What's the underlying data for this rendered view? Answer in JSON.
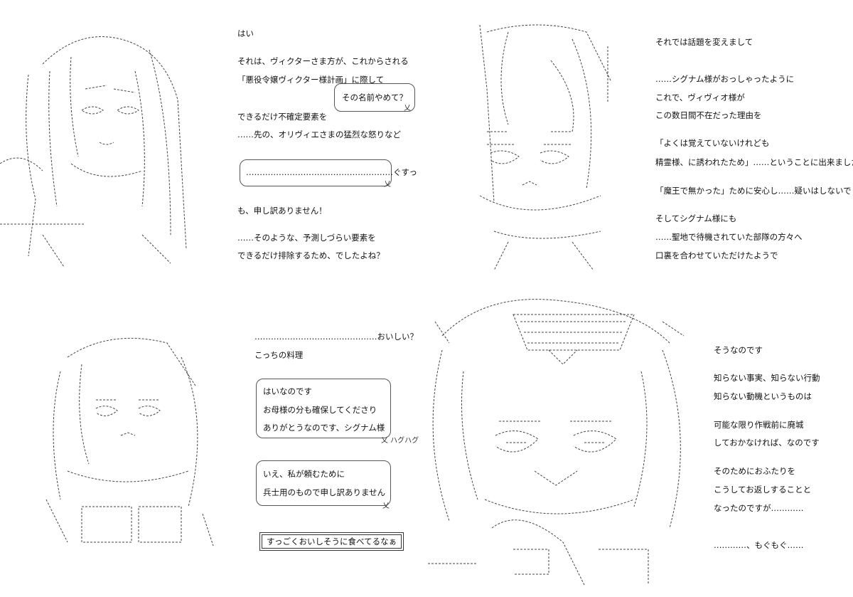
{
  "colors": {
    "ink": "#111111",
    "paper": "#ffffff",
    "sketch": "#444444"
  },
  "panels": [
    {
      "id": "top-left",
      "art_icon": "ascii-art-girl-with-long-hair",
      "lines": [
        "はい",
        "それは、ヴィクターさま方が、これからされる",
        "「悪役令嬢ヴィクター様計画」に際して",
        "できるだけ不確定要素を",
        "……先の、オリヴィエさまの猛烈な怒りなど",
        "も、申し訳ありません！",
        "……そのような、予測しづらい要素を",
        "できるだけ排除するため、でしたよね？"
      ],
      "bubbles": [
        {
          "text": "その名前やめて？",
          "tail": "乂"
        },
        {
          "text": "………………………………………………ぐすっ",
          "tail": "乂"
        }
      ]
    },
    {
      "id": "top-right",
      "art_icon": "ascii-art-shy-girl-portrait",
      "lines": [
        "それでは話題を変えまして",
        "……シグナム様がおっしゃったように",
        "これで、ヴィヴィオ様が",
        "この数日間不在だった理由を",
        "「よくは覚えていないけれども",
        "精霊様、に誘われたため」……ということに出来ました",
        "「魔王で無かった」ために安心し……疑いはしないでしょう",
        "そしてシグナム様にも",
        "……聖地で待機されていた部隊の方々へ",
        "口裏を合わせていただけたようで"
      ]
    },
    {
      "id": "bottom-left",
      "art_icon": "ascii-art-eating-girl",
      "lines": [
        "………………………………………おいしい？",
        "こっちの料理"
      ],
      "bubbles": [
        {
          "lines": [
            "はいなのです",
            "お母様の分も確保してくださり",
            "ありがとうなのです、シグナム様"
          ],
          "tail": "乂 ハグハグ"
        },
        {
          "lines": [
            "いえ、私が頼むために",
            "兵士用のもので申し訳ありません"
          ],
          "tail": "乂"
        }
      ],
      "box": "すっごくおいしそうに食べてるなぁ"
    },
    {
      "id": "bottom-right",
      "art_icon": "ascii-art-girl-with-hood-eating",
      "lines": [
        "そうなのです",
        "知らない事実、知らない行動",
        "知らない動機というものは",
        "可能な限り作戦前に廃城",
        "しておかなければ、なのです",
        "そのためにおふたりを",
        "こうしてお返しすることと",
        "なったのですが…………",
        "…………、もぐもぐ……"
      ]
    }
  ]
}
